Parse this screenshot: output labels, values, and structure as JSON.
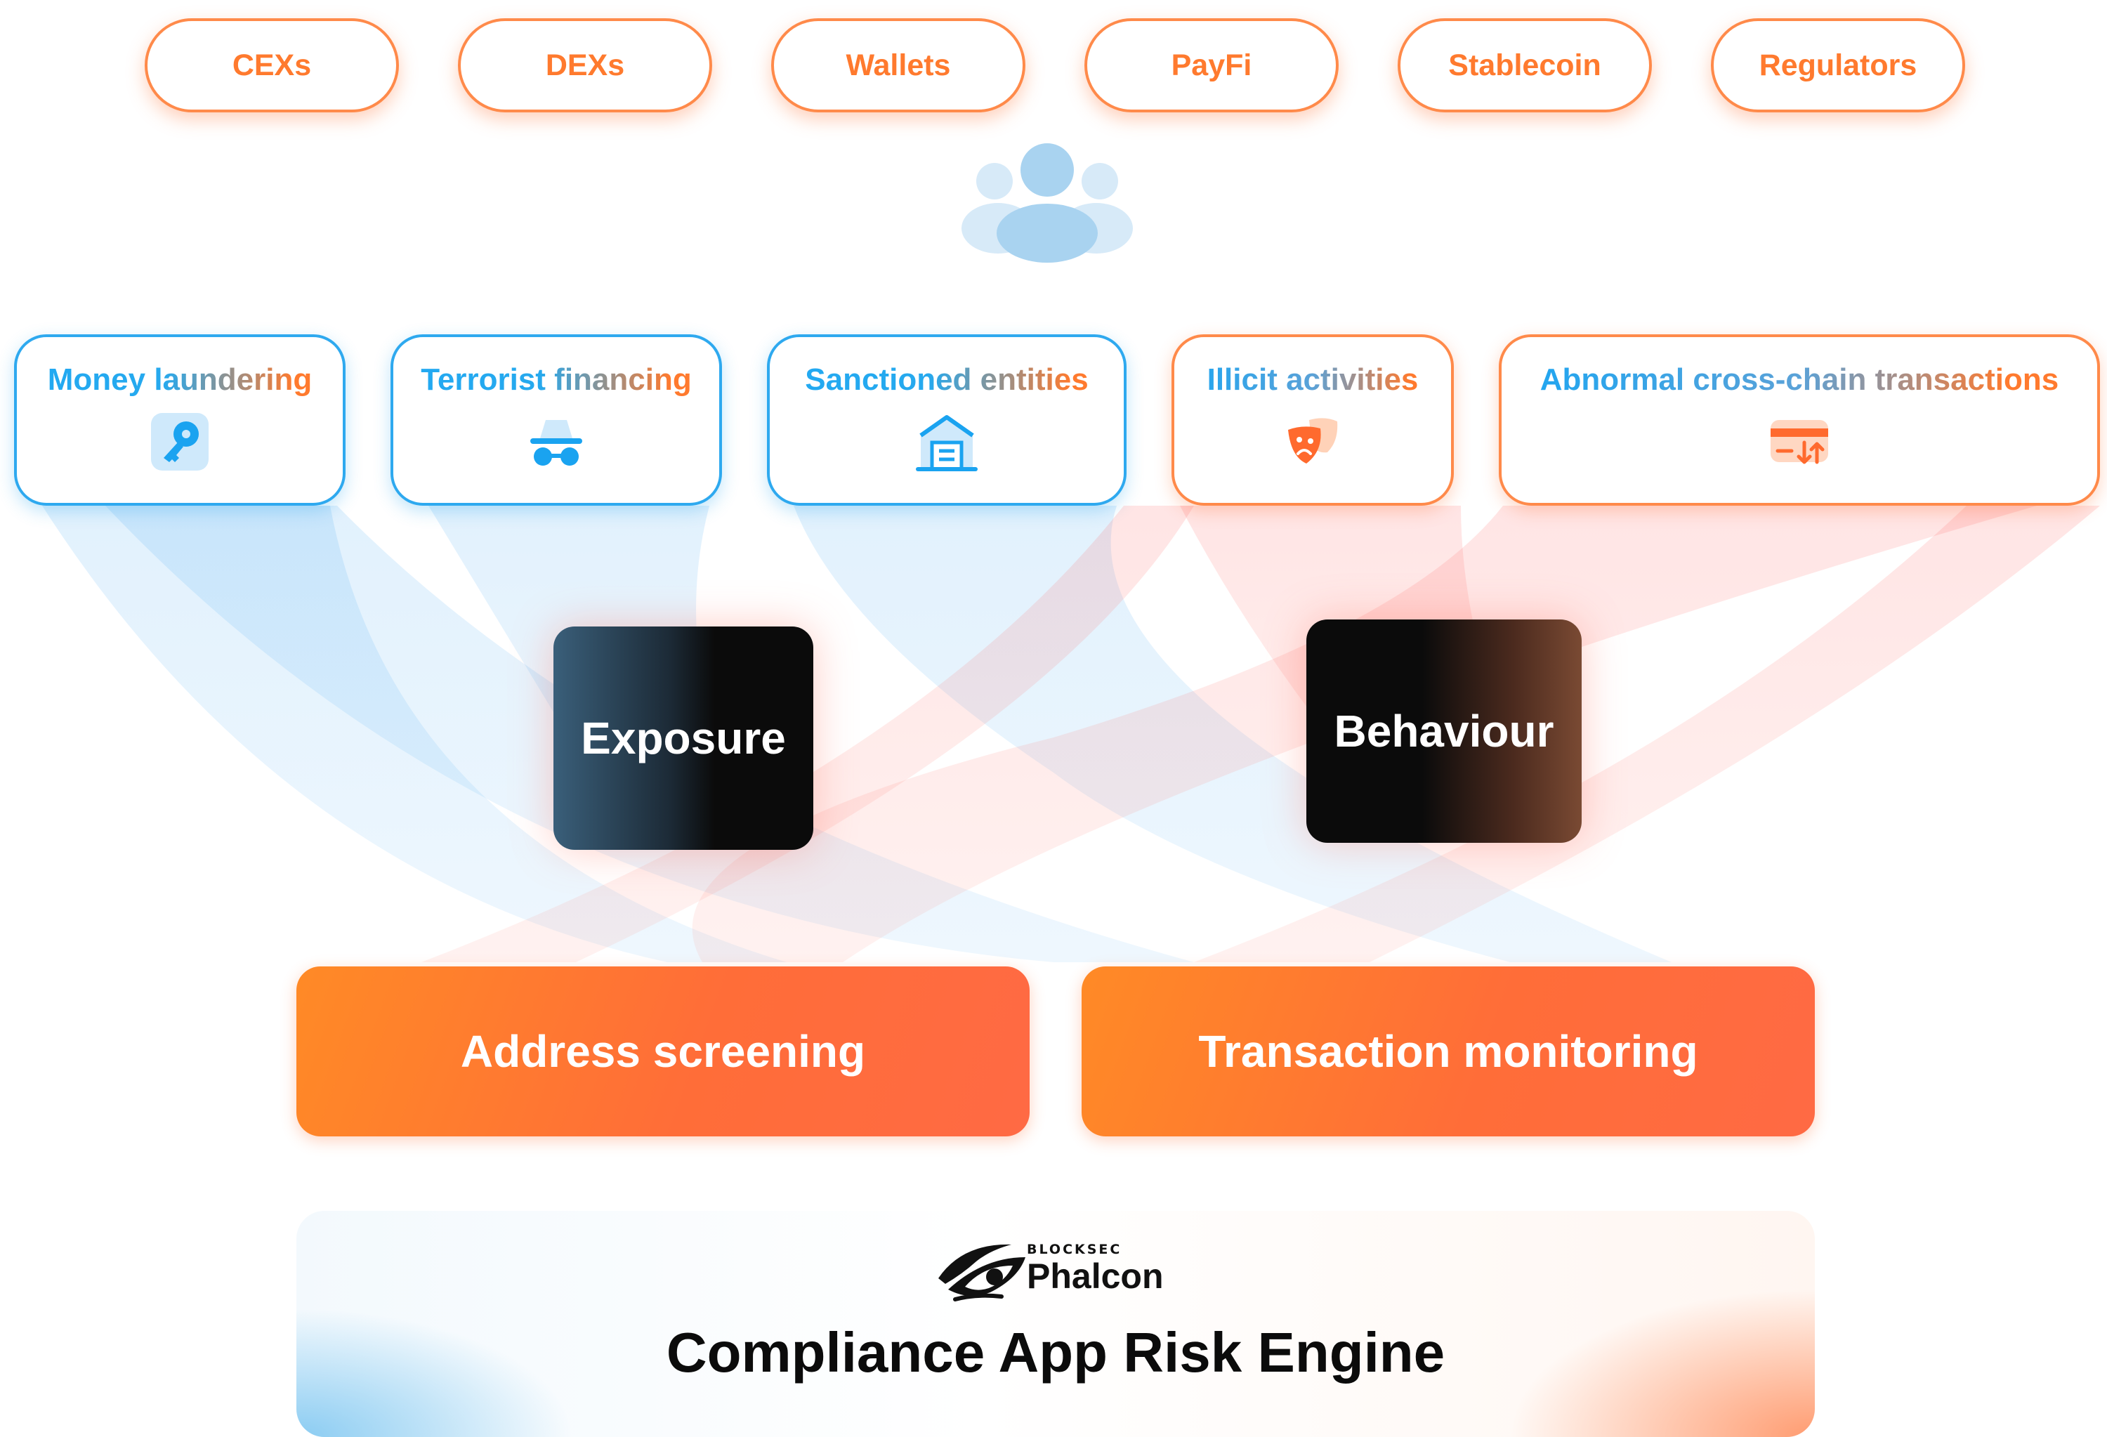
{
  "audiences": [
    "CEXs",
    "DEXs",
    "Wallets",
    "PayFi",
    "Stablecoin",
    "Regulators"
  ],
  "users_icon": "users-group-icon",
  "risks": [
    {
      "label": "Money laundering",
      "icon": "key-icon"
    },
    {
      "label": "Terrorist financing",
      "icon": "spy-icon"
    },
    {
      "label": "Sanctioned entities",
      "icon": "warehouse-icon"
    },
    {
      "label": "Illicit activities",
      "icon": "theater-masks-icon"
    },
    {
      "label": "Abnormal cross-chain transactions",
      "icon": "card-transfer-icon"
    }
  ],
  "categories": {
    "exposure": "Exposure",
    "behaviour": "Behaviour"
  },
  "functions": {
    "address_screening": "Address screening",
    "transaction_monitoring": "Transaction monitoring"
  },
  "engine": {
    "brand_small": "BLOCKSEC",
    "brand": "Phalcon",
    "title": "Compliance App Risk Engine"
  },
  "colors": {
    "orange": "#ff7a2e",
    "blue": "#2ea9ef",
    "dark": "#0b0b0b"
  }
}
